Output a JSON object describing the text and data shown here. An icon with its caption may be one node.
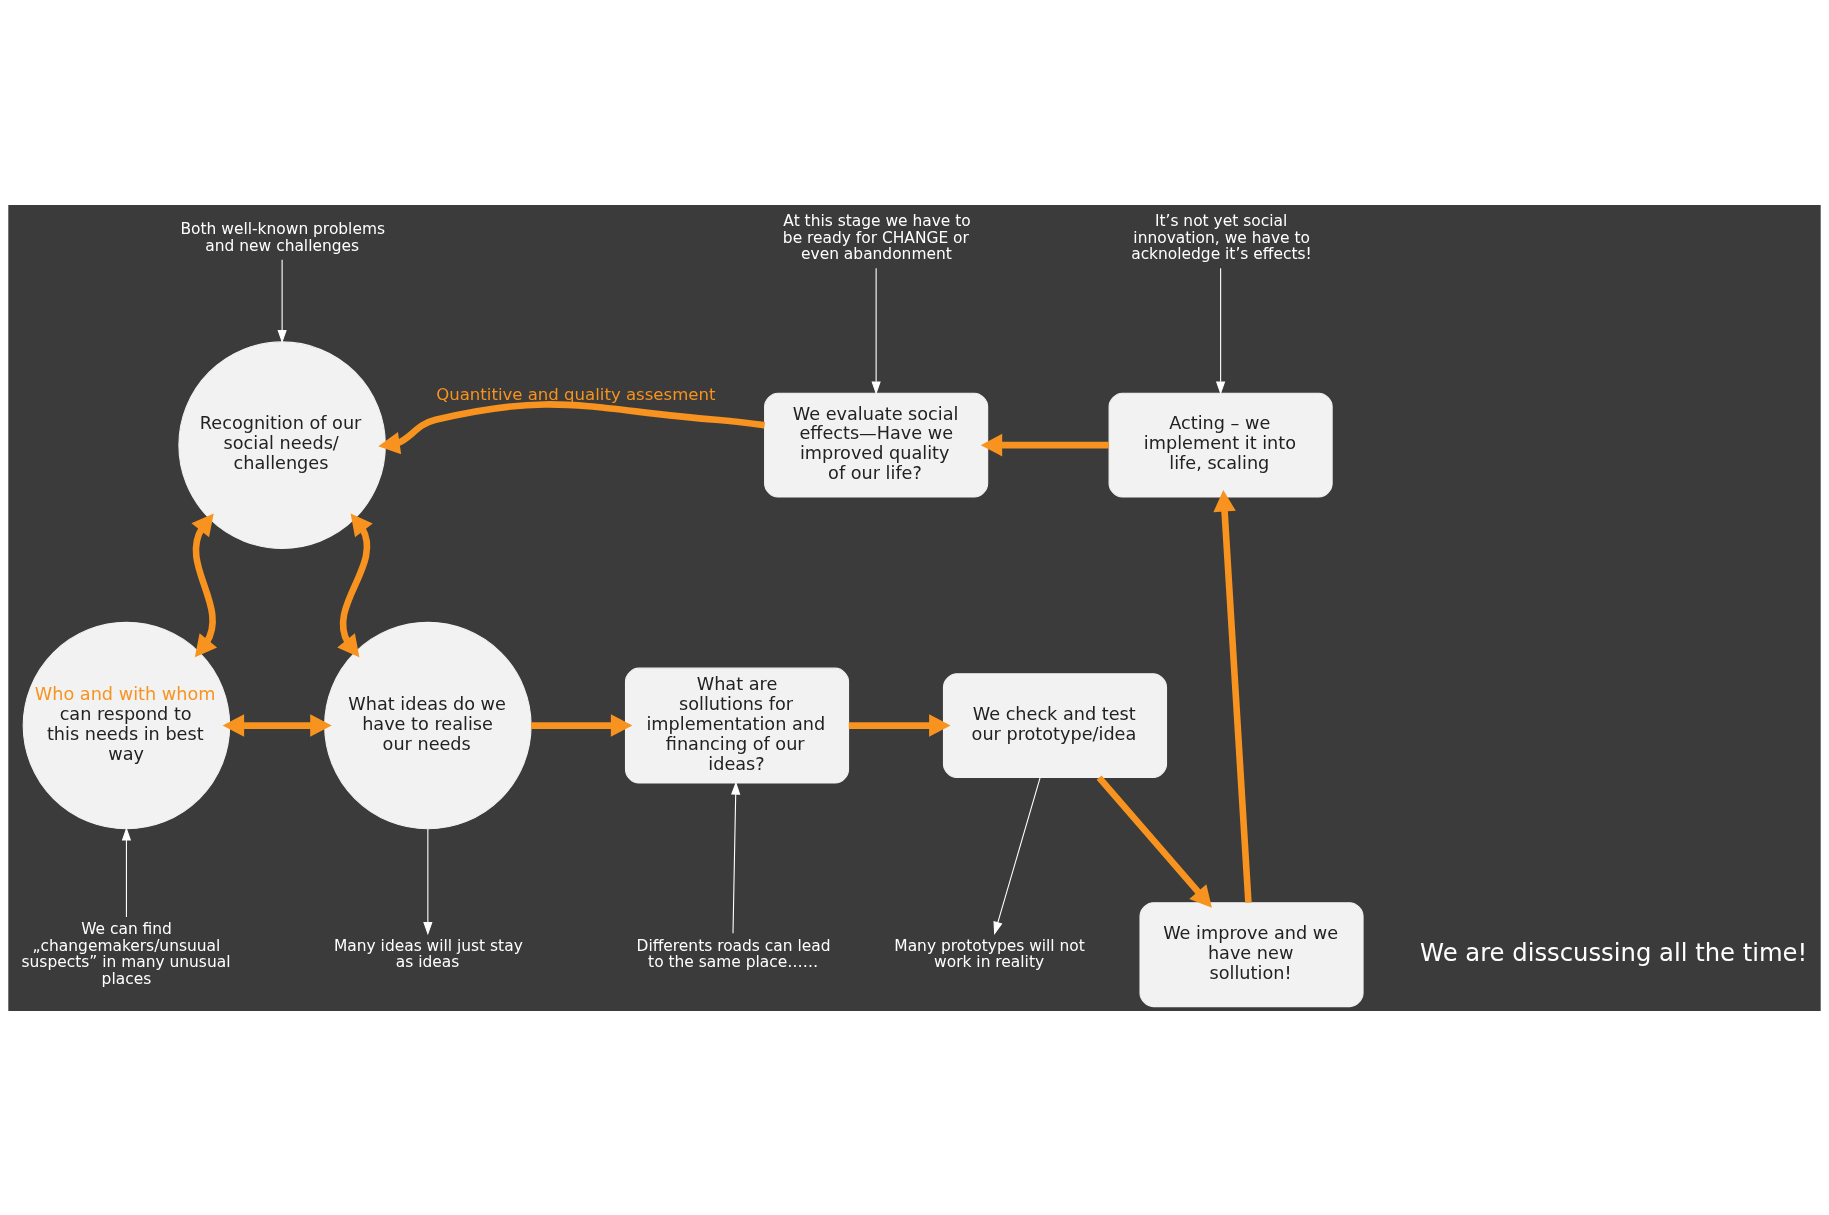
{
  "diagram": {
    "nodes": [
      {
        "text": [
          "Recognition of our social needs/ challenges"
        ]
      },
      {
        "text": [
          "Who and with whom",
          "can respond to this needs in best way"
        ]
      },
      {
        "text": [
          "What ideas do we have to realise our needs"
        ]
      },
      {
        "text": [
          "What are sollutions for implementation and financing of our ideas?"
        ]
      },
      {
        "text": [
          "We check and test our prototype/idea"
        ]
      },
      {
        "text": [
          "We improve and we have new sollution!"
        ]
      },
      {
        "text": [
          "Acting – we implement it into life, scaling"
        ]
      },
      {
        "text": [
          "We evaluate social effects—Have we improved quality of our life?"
        ]
      },
      {
        "text": [
          "Both well-known problems and new challenges"
        ]
      },
      {
        "text": [
          "At this stage we have to be ready for CHANGE or even abandonment"
        ]
      },
      {
        "text": [
          "It’s not yet social innovation, we have to acknoledge it’s effects!"
        ]
      },
      {
        "text": [
          "We can find „changemakers/unsuual suspects” in many unusual places"
        ]
      },
      {
        "text": [
          "Many ideas will just stay as ideas"
        ]
      },
      {
        "text": [
          "Differents roads can lead to the same place……"
        ]
      },
      {
        "text": [
          "Many prototypes will not work in reality"
        ]
      }
    ],
    "edges": [
      {
        "from": 0,
        "to": 1,
        "arrow": "both"
      },
      {
        "from": 0,
        "to": 2,
        "arrow": "both"
      },
      {
        "from": 1,
        "to": 2,
        "arrow": "both"
      },
      {
        "from": 2,
        "to": 3,
        "arrow": "to"
      },
      {
        "from": 3,
        "to": 4,
        "arrow": "to"
      },
      {
        "from": 4,
        "to": 5,
        "arrow": "to"
      },
      {
        "from": 5,
        "to": 6,
        "arrow": "to"
      },
      {
        "from": 6,
        "to": 7,
        "arrow": "to"
      },
      {
        "from": 7,
        "to": 0,
        "arrow": "to",
        "label": "Quantitive and quality assesment"
      },
      {
        "from": 8,
        "to": 0,
        "arrow": "to",
        "color": "#ffffff"
      },
      {
        "from": 9,
        "to": 7,
        "arrow": "to",
        "color": "#ffffff"
      },
      {
        "from": 10,
        "to": 6,
        "arrow": "to",
        "color": "#ffffff"
      },
      {
        "from": 11,
        "to": 1,
        "arrow": "to",
        "color": "#ffffff"
      },
      {
        "from": 2,
        "to": 12,
        "arrow": "to",
        "color": "#ffffff"
      },
      {
        "from": 13,
        "to": 3,
        "arrow": "to",
        "color": "#ffffff"
      },
      {
        "from": 4,
        "to": 14,
        "arrow": "to",
        "color": "#ffffff"
      }
    ],
    "labels": [
      "We are disscussing all the time!"
    ]
  }
}
